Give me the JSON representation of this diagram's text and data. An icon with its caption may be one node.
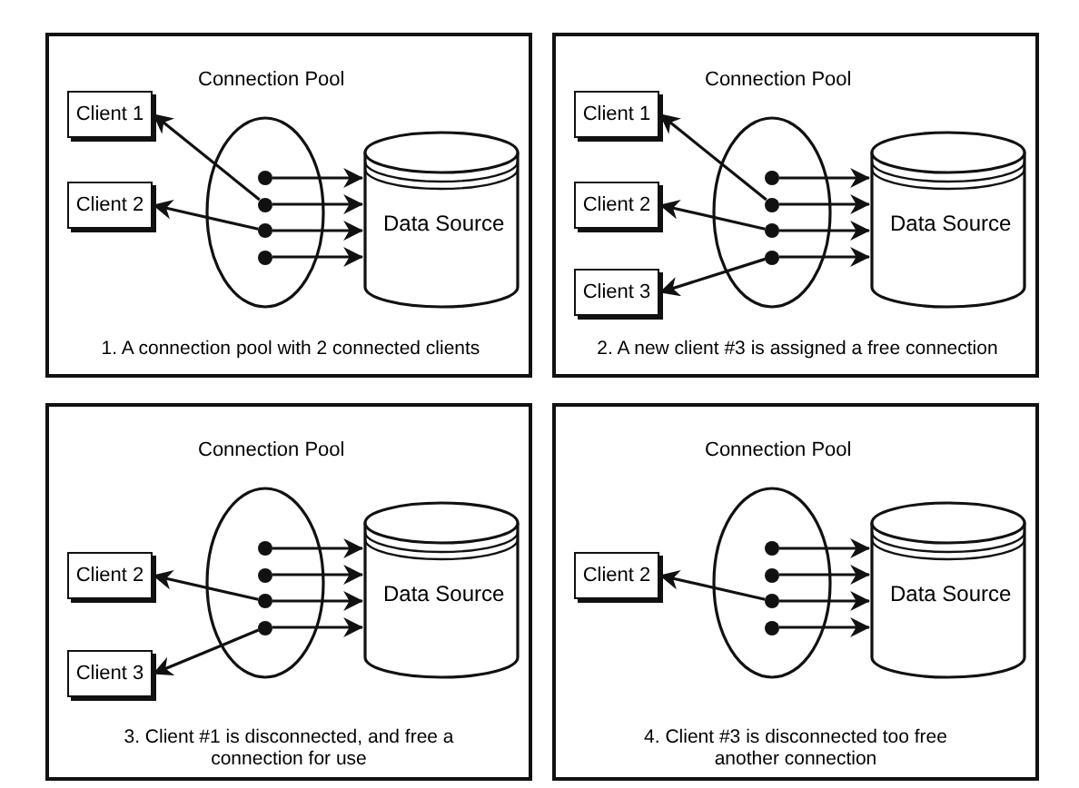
{
  "diagram": {
    "nodes": [
      {
        "text": [
          "1. A connection pool with 2 connected clients"
        ]
      },
      {
        "text": [
          "Client 1"
        ],
        "in": 0
      },
      {
        "text": [
          "Client 2"
        ],
        "in": 0
      },
      {
        "text": [
          "Connection Pool"
        ],
        "in": 0
      },
      {
        "text": [],
        "shape": "circle",
        "in": 3
      },
      {
        "text": [],
        "shape": "circle",
        "in": 3
      },
      {
        "text": [],
        "shape": "circle",
        "in": 3
      },
      {
        "text": [],
        "shape": "circle",
        "in": 3
      },
      {
        "text": [
          "Data Source"
        ],
        "in": 0
      },
      {
        "text": [
          "2. A new client #3 is assigned a free connection"
        ]
      },
      {
        "text": [
          "Client 1"
        ],
        "in": 9
      },
      {
        "text": [
          "Client 2"
        ],
        "in": 9
      },
      {
        "text": [
          "Client 3"
        ],
        "in": 9
      },
      {
        "text": [
          "Connection Pool"
        ],
        "in": 9
      },
      {
        "text": [],
        "shape": "circle",
        "in": 13
      },
      {
        "text": [],
        "shape": "circle",
        "in": 13
      },
      {
        "text": [],
        "shape": "circle",
        "in": 13
      },
      {
        "text": [],
        "shape": "circle",
        "in": 13
      },
      {
        "text": [
          "Data Source"
        ],
        "in": 9
      },
      {
        "text": [
          "3. Client #1 is disconnected, and free a connection for use"
        ]
      },
      {
        "text": [
          "Client 2"
        ],
        "in": 19
      },
      {
        "text": [
          "Client 3"
        ],
        "in": 19
      },
      {
        "text": [
          "Connection Pool"
        ],
        "in": 19
      },
      {
        "text": [],
        "shape": "circle",
        "in": 22
      },
      {
        "text": [],
        "shape": "circle",
        "in": 22
      },
      {
        "text": [],
        "shape": "circle",
        "in": 22
      },
      {
        "text": [],
        "shape": "circle",
        "in": 22
      },
      {
        "text": [
          "Data Source"
        ],
        "in": 19
      },
      {
        "text": [
          "4. Client #3 is disconnected too free another connection"
        ]
      },
      {
        "text": [
          "Client 2"
        ],
        "in": 28
      },
      {
        "text": [
          "Connection Pool"
        ],
        "in": 28
      },
      {
        "text": [],
        "shape": "circle",
        "in": 30
      },
      {
        "text": [],
        "shape": "circle",
        "in": 30
      },
      {
        "text": [],
        "shape": "circle",
        "in": 30
      },
      {
        "text": [],
        "shape": "circle",
        "in": 30
      },
      {
        "text": [
          "Data Source"
        ],
        "in": 28
      }
    ],
    "edges": [
      {
        "from": 4,
        "to": 8,
        "arrow": "to"
      },
      {
        "from": 5,
        "to": 8,
        "arrow": "to"
      },
      {
        "from": 6,
        "to": 8,
        "arrow": "to"
      },
      {
        "from": 7,
        "to": 8,
        "arrow": "to"
      },
      {
        "from": 5,
        "to": 1,
        "arrow": "to"
      },
      {
        "from": 6,
        "to": 2,
        "arrow": "to"
      },
      {
        "from": 14,
        "to": 18,
        "arrow": "to"
      },
      {
        "from": 15,
        "to": 18,
        "arrow": "to"
      },
      {
        "from": 16,
        "to": 18,
        "arrow": "to"
      },
      {
        "from": 17,
        "to": 18,
        "arrow": "to"
      },
      {
        "from": 15,
        "to": 10,
        "arrow": "to"
      },
      {
        "from": 16,
        "to": 11,
        "arrow": "to"
      },
      {
        "from": 17,
        "to": 12,
        "arrow": "to"
      },
      {
        "from": 23,
        "to": 27,
        "arrow": "to"
      },
      {
        "from": 24,
        "to": 27,
        "arrow": "to"
      },
      {
        "from": 25,
        "to": 27,
        "arrow": "to"
      },
      {
        "from": 26,
        "to": 27,
        "arrow": "to"
      },
      {
        "from": 25,
        "to": 20,
        "arrow": "to"
      },
      {
        "from": 26,
        "to": 21,
        "arrow": "to"
      },
      {
        "from": 31,
        "to": 35,
        "arrow": "to"
      },
      {
        "from": 32,
        "to": 35,
        "arrow": "to"
      },
      {
        "from": 33,
        "to": 35,
        "arrow": "to"
      },
      {
        "from": 34,
        "to": 35,
        "arrow": "to"
      },
      {
        "from": 33,
        "to": 29,
        "arrow": "to"
      }
    ]
  }
}
